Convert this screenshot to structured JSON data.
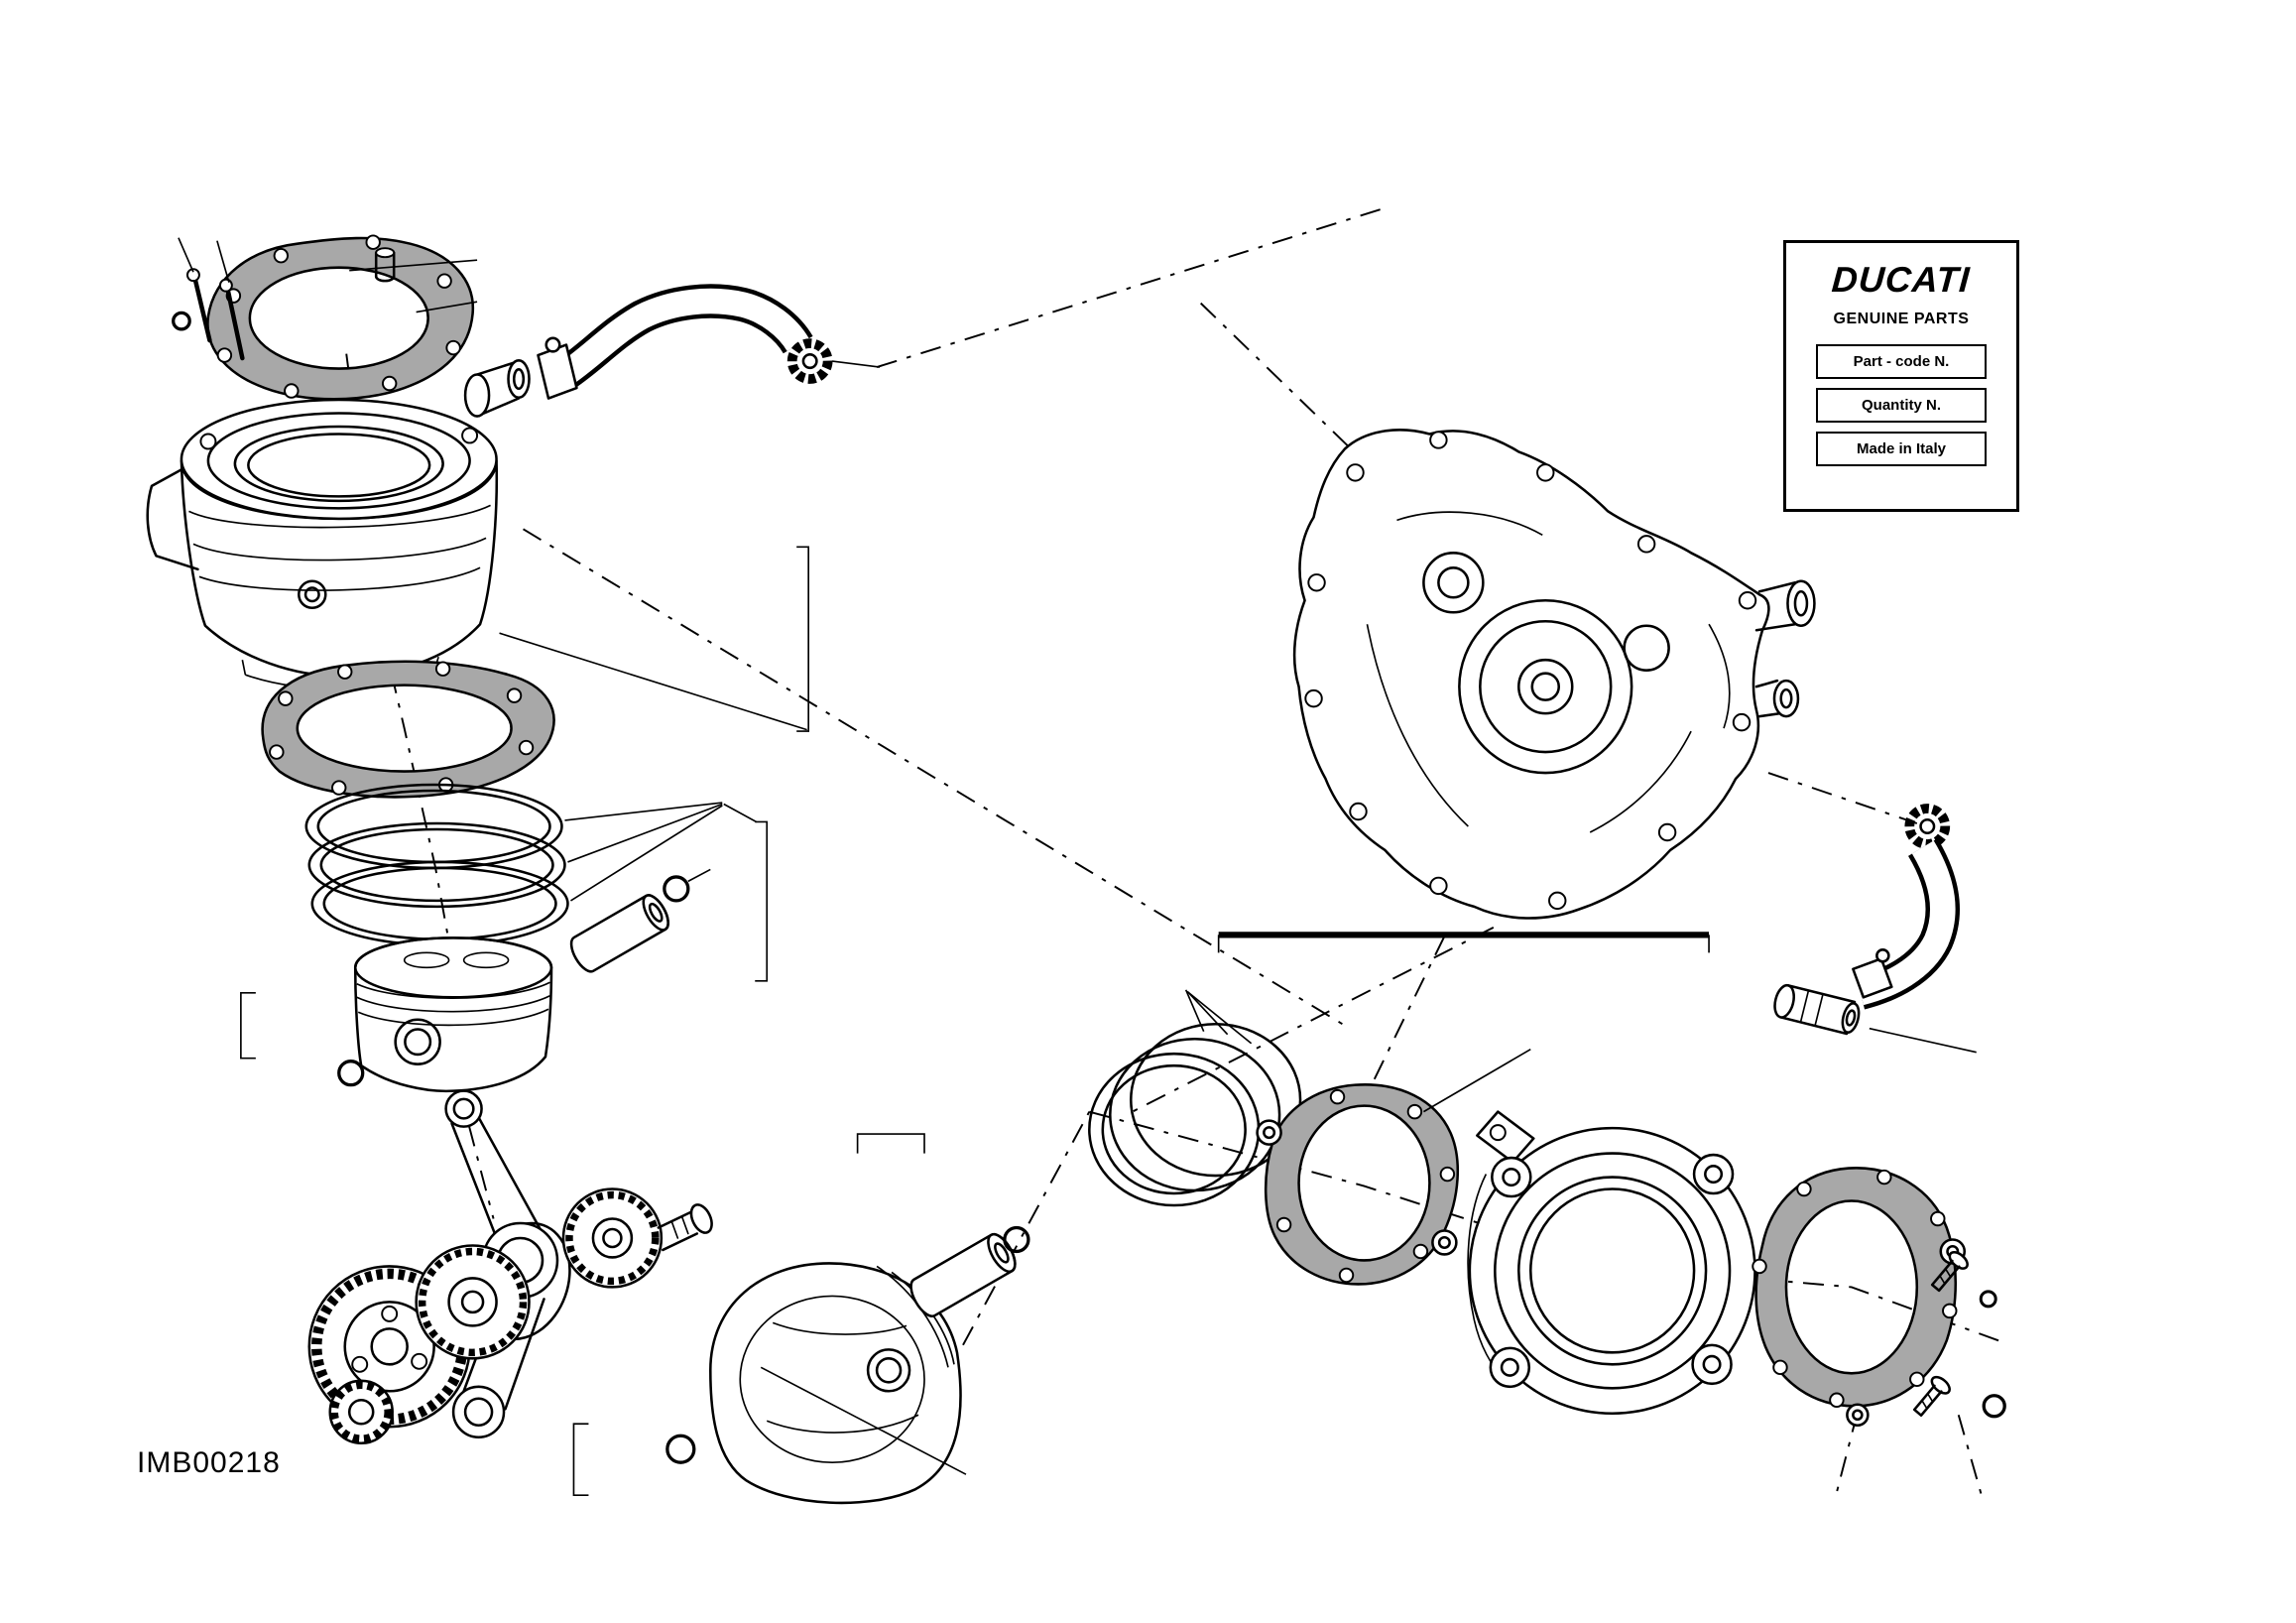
{
  "page": {
    "background_color": "#ffffff",
    "line_color": "#000000",
    "gasket_fill_color": "#a8a8a8",
    "drawing_code": "IMB00218"
  },
  "label_box": {
    "brand": "DUCATI",
    "subtitle": "GENUINE PARTS",
    "rows": [
      "Part - code N.",
      "Quantity N.",
      "Made in Italy"
    ]
  }
}
